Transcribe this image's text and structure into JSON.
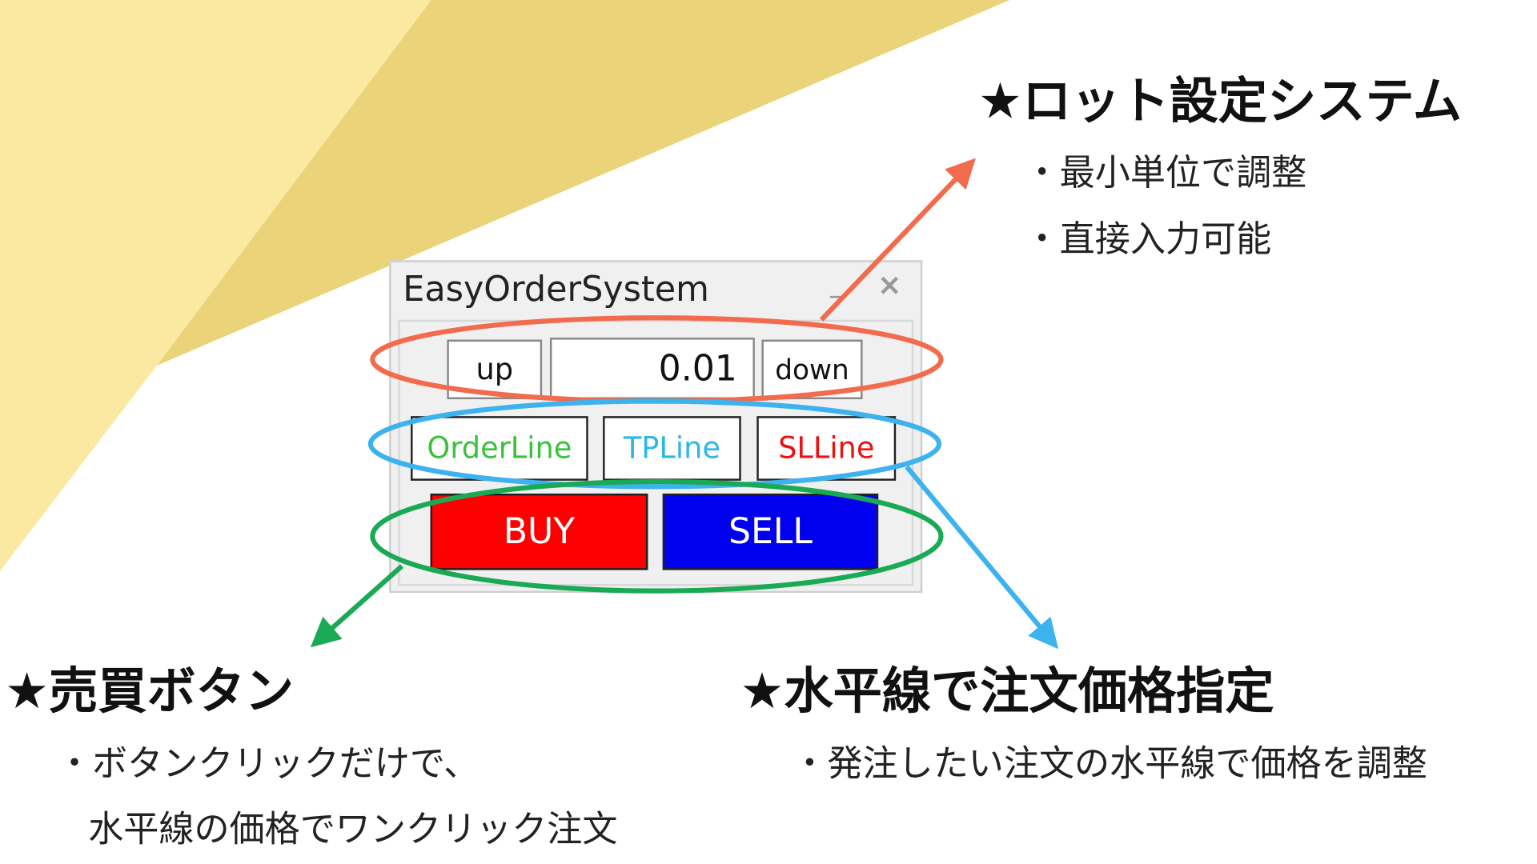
{
  "panel": {
    "title": "EasyOrderSystem",
    "minimize_label": "_",
    "close_label": "×",
    "up_label": "up",
    "lot_value": "0.01",
    "down_label": "down",
    "orderline_label": "OrderLine",
    "tpline_label": "TPLine",
    "slline_label": "SLLine",
    "buy_label": "BUY",
    "sell_label": "SELL"
  },
  "annotations": {
    "lot": {
      "title": "★ロット設定システム",
      "bullets": [
        "・最小単位で調整",
        "・直接入力可能"
      ]
    },
    "buysell": {
      "title": "★売買ボタン",
      "bullets": [
        "・ボタンクリックだけで、",
        "水平線の価格でワンクリック注文"
      ]
    },
    "lines": {
      "title": "★水平線で注文価格指定",
      "bullets": [
        "・発注したい注文の水平線で価格を調整"
      ]
    }
  },
  "colors": {
    "orange": "#f26b4d",
    "blue": "#3cb2ef",
    "green": "#1aaa55",
    "buy": "#ff0000",
    "sell": "#0000ee",
    "orderline_text": "#3bc23b",
    "tpline_text": "#2bb8e8",
    "slline_text": "#ee1111"
  }
}
